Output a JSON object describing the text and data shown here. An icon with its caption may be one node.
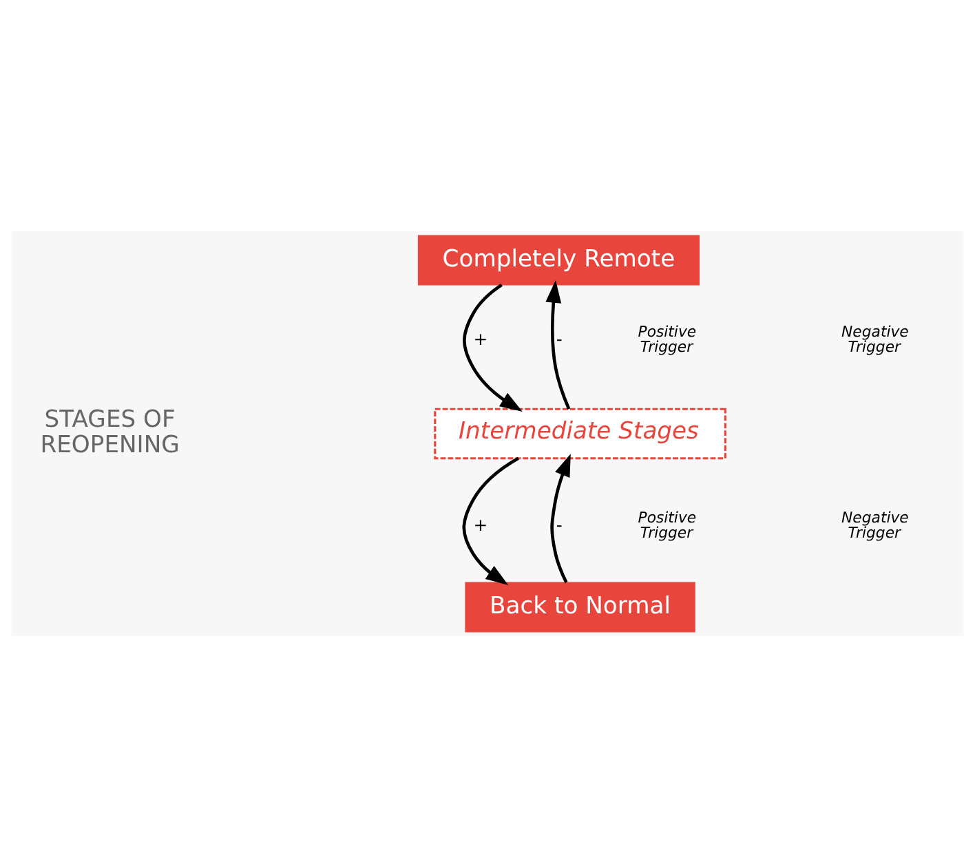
{
  "diagram": {
    "nodes": [
      {
        "text": [
          "Completely Remote"
        ]
      },
      {
        "text": [
          "Intermediate Stages"
        ]
      },
      {
        "text": [
          "Back to Normal"
        ]
      }
    ],
    "edges": [
      {
        "from": 0,
        "to": 1,
        "arrow": "to",
        "label": "+"
      },
      {
        "from": 1,
        "to": 0,
        "arrow": "to",
        "label": "-"
      },
      {
        "from": 1,
        "to": 2,
        "arrow": "to",
        "label": "+"
      },
      {
        "from": 2,
        "to": 1,
        "arrow": "to",
        "label": "-"
      }
    ],
    "labels": [
      "Positive Trigger",
      "Negative Trigger",
      "STAGES OF REOPENING",
      "Positive Trigger",
      "Negative Trigger"
    ]
  }
}
